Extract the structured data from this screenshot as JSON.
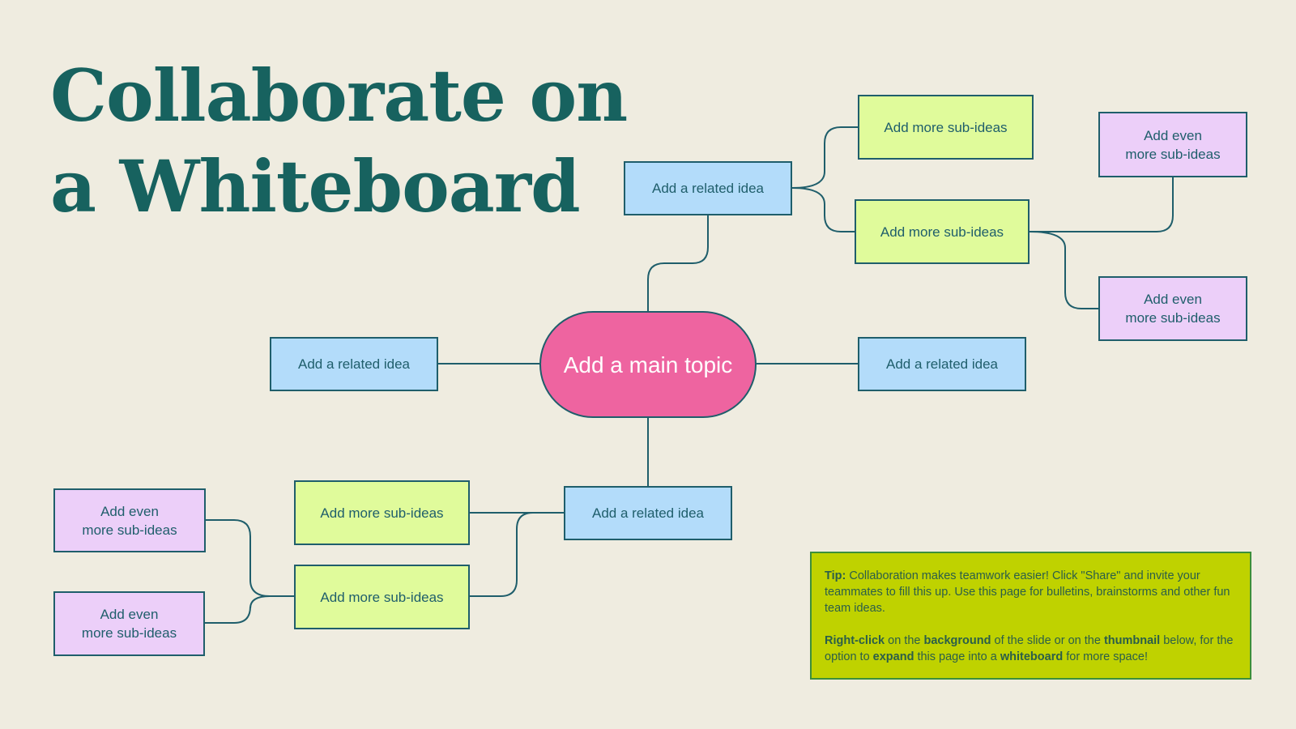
{
  "title": {
    "line1": "Collaborate on",
    "line2": "a Whiteboard"
  },
  "mindmap": {
    "main_topic": "Add a main topic",
    "related_top": "Add a related idea",
    "related_left": "Add a related idea",
    "related_right": "Add a related idea",
    "related_bottom": "Add a related idea",
    "sub_top_1": "Add more sub-ideas",
    "sub_top_2": "Add more sub-ideas",
    "sub_bottom_1": "Add more sub-ideas",
    "sub_bottom_2": "Add more sub-ideas",
    "even_top_1": {
      "line1": "Add even",
      "line2": "more sub-ideas"
    },
    "even_top_2": {
      "line1": "Add even",
      "line2": "more sub-ideas"
    },
    "even_bottom_1": {
      "line1": "Add even",
      "line2": "more sub-ideas"
    },
    "even_bottom_2": {
      "line1": "Add even",
      "line2": "more sub-ideas"
    }
  },
  "tip": {
    "label": "Tip:",
    "text1": " Collaboration makes teamwork easier! Click \"Share\" and invite your teammates to fill this up. Use this page for bulletins, brainstorms and other fun team ideas.",
    "p2_b1": "Right-click",
    "p2_t1": " on the ",
    "p2_b2": "background",
    "p2_t2": " of the slide or on the ",
    "p2_b3": "thumbnail",
    "p2_t3": " below, for the option to ",
    "p2_b4": "expand",
    "p2_t4": " this page into a ",
    "p2_b5": "whiteboard",
    "p2_t5": " for more space!"
  },
  "colors": {
    "background": "#efece0",
    "title": "#17625f",
    "main_topic": "#ee64a0",
    "related_idea": "#b3dcfa",
    "sub_idea": "#e0fb9b",
    "even_more": "#eccff9",
    "tip_box": "#bfd200",
    "connector": "#1f5e6b"
  }
}
